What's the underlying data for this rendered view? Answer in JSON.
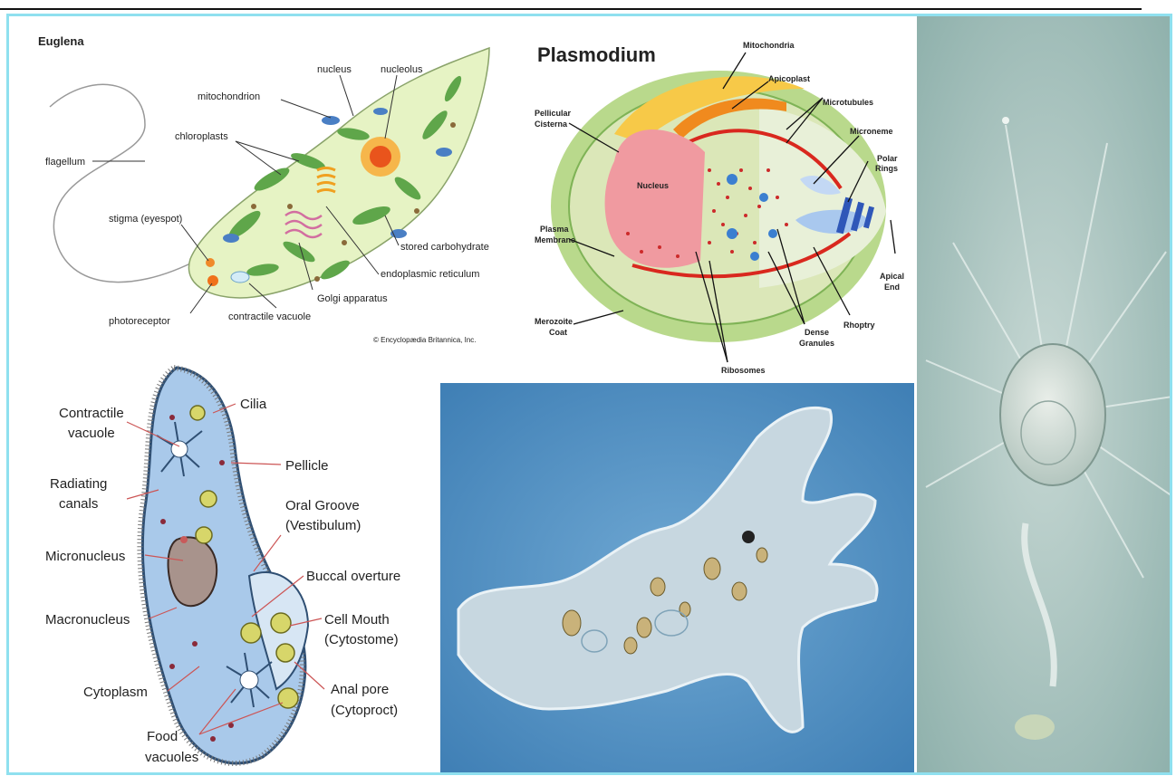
{
  "euglena": {
    "title": "Euglena",
    "labels": {
      "nucleus": "nucleus",
      "nucleolus": "nucleolus",
      "mitochondrion": "mitochondrion",
      "chloroplasts": "chloroplasts",
      "flagellum": "flagellum",
      "stigma": "stigma (eyespot)",
      "stored_carbohydrate": "stored carbohydrate",
      "endoplasmic_reticulum": "endoplasmic reticulum",
      "golgi": "Golgi apparatus",
      "photoreceptor": "photoreceptor",
      "contractile_vacuole": "contractile vacuole"
    },
    "credit": "© Encyclopædia Britannica, Inc."
  },
  "plasmodium": {
    "title": "Plasmodium",
    "labels": {
      "mitochondria": "Mitochondria",
      "apicoplast": "Apicoplast",
      "microtubules": "Microtubules",
      "pellicular_1": "Pellicular",
      "pellicular_2": "Cisterna",
      "microneme": "Microneme",
      "polar_1": "Polar",
      "polar_2": "Rings",
      "nucleus": "Nucleus",
      "plasma_1": "Plasma",
      "plasma_2": "Membrane",
      "apical_1": "Apical",
      "apical_2": "End",
      "merozoite_1": "Merozoite",
      "merozoite_2": "Coat",
      "rhoptry": "Rhoptry",
      "dense_1": "Dense",
      "dense_2": "Granules",
      "ribosomes": "Ribosomes"
    }
  },
  "paramecium": {
    "labels": {
      "cilia": "Cilia",
      "contractile_1": "Contractile",
      "contractile_2": "vacuole",
      "pellicle": "Pellicle",
      "radiating_1": "Radiating",
      "radiating_2": "canals",
      "oral_1": "Oral Groove",
      "oral_2": "(Vestibulum)",
      "micronucleus": "Micronucleus",
      "buccal": "Buccal overture",
      "macronucleus": "Macronucleus",
      "cellmouth_1": "Cell Mouth",
      "cellmouth_2": "(Cytostome)",
      "cytoplasm": "Cytoplasm",
      "anal_1": "Anal pore",
      "anal_2": "(Cytoproct)",
      "food_1": "Food",
      "food_2": "vacuoles"
    }
  },
  "colors": {
    "frame": "#8fe0ef",
    "euglena_body": "#e6f3c4",
    "plasmodium_coat": "#b9d98c",
    "paramecium_body": "#a9c9ea",
    "amoeba_bg": "#5e9bc9",
    "heliozoan_bg": "#a6c4c0"
  }
}
